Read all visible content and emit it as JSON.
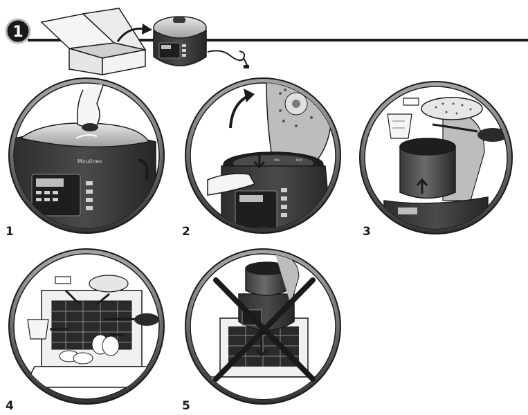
{
  "header": {
    "section_badge": "1"
  },
  "steps": [
    {
      "number": "1",
      "action": "remove-lid-valve"
    },
    {
      "number": "2",
      "action": "open-lid-release-bowl"
    },
    {
      "number": "3",
      "action": "lift-out-bowl-and-accessories"
    },
    {
      "number": "4",
      "action": "accessories-dishwasher-safe"
    },
    {
      "number": "5",
      "action": "appliance-not-dishwasher-safe"
    }
  ],
  "brand_text": "Moulinex",
  "bowl_marks": {
    "min": "MIN",
    "max": "MAX"
  },
  "colors": {
    "ink": "#1a1a1a",
    "ring_dark": "#2b2b2b",
    "ring_light": "#bdbdbd",
    "body_dark": "#3a3a3a",
    "lid_light": "#d6d6d6",
    "box_face": "#e6e6e6",
    "cross": "#1a1a1a"
  }
}
